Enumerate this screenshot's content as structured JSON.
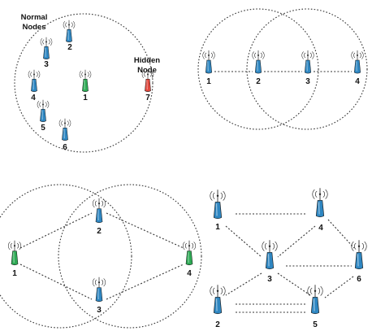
{
  "colors": {
    "normal": "#2e86c1",
    "hidden": "#e0483d",
    "green": "#2eaa55"
  },
  "panel_a": {
    "caption_normal": [
      "Normal",
      "Nodes"
    ],
    "caption_hidden": [
      "Hidden",
      "Node"
    ],
    "nodes": [
      {
        "label": "2",
        "type": "normal"
      },
      {
        "label": "3",
        "type": "normal"
      },
      {
        "label": "4",
        "type": "normal"
      },
      {
        "label": "1",
        "type": "green"
      },
      {
        "label": "5",
        "type": "normal"
      },
      {
        "label": "6",
        "type": "normal"
      },
      {
        "label": "7",
        "type": "hidden"
      }
    ]
  },
  "panel_b": {
    "nodes": [
      {
        "label": "1",
        "type": "normal"
      },
      {
        "label": "2",
        "type": "normal"
      },
      {
        "label": "3",
        "type": "normal"
      },
      {
        "label": "4",
        "type": "normal"
      }
    ]
  },
  "panel_c": {
    "nodes": [
      {
        "label": "1",
        "type": "green"
      },
      {
        "label": "2",
        "type": "normal"
      },
      {
        "label": "3",
        "type": "normal"
      },
      {
        "label": "4",
        "type": "green"
      }
    ]
  },
  "panel_d": {
    "nodes": [
      {
        "label": "1",
        "type": "normal"
      },
      {
        "label": "4",
        "type": "normal"
      },
      {
        "label": "3",
        "type": "normal"
      },
      {
        "label": "6",
        "type": "normal"
      },
      {
        "label": "2",
        "type": "normal"
      },
      {
        "label": "5",
        "type": "normal"
      }
    ]
  }
}
